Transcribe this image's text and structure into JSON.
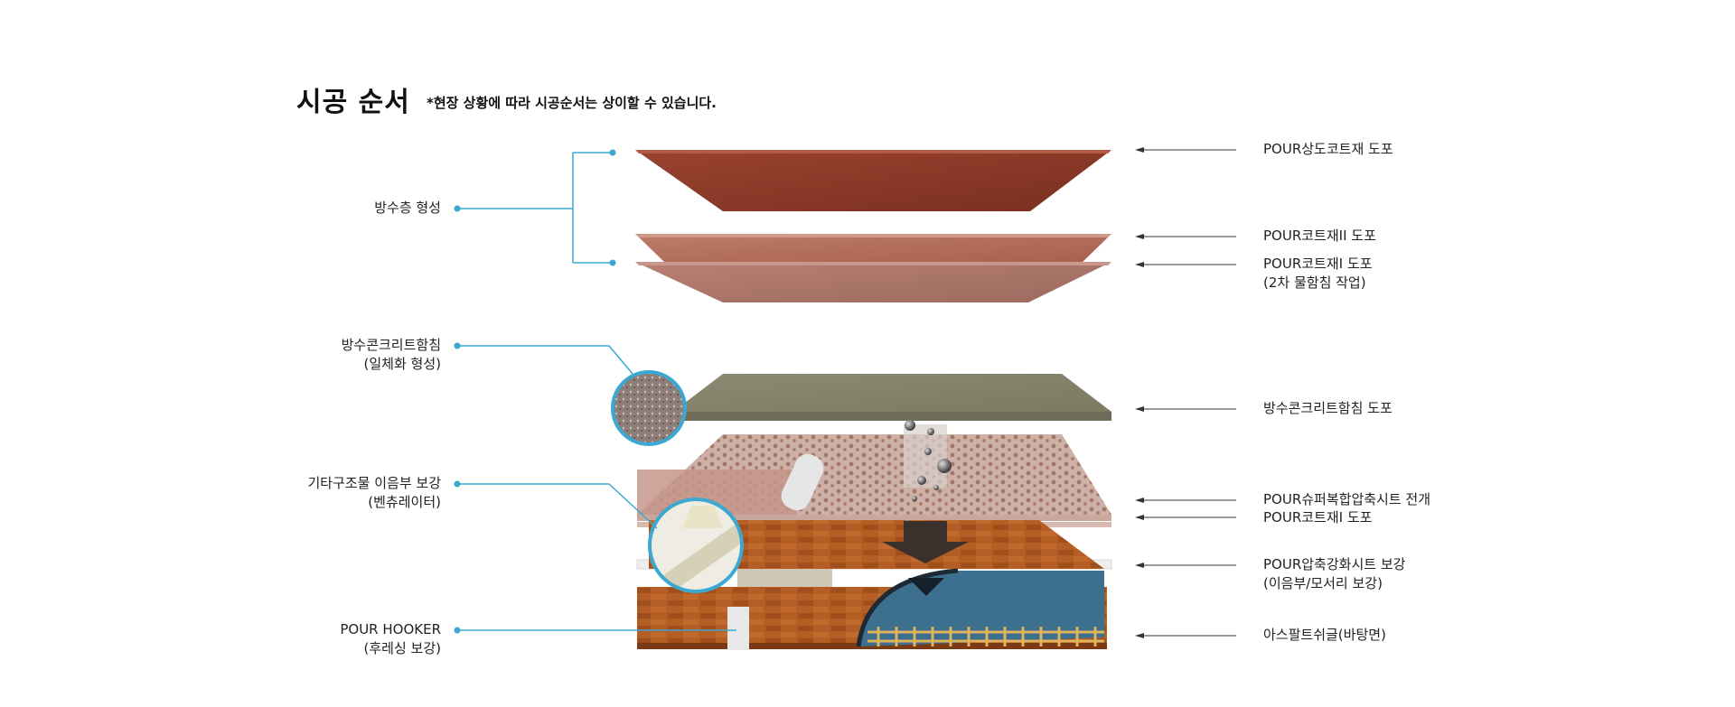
{
  "header": {
    "title": "시공 순서",
    "note": "*현장 상황에 따라 시공순서는 상이할 수 있습니다."
  },
  "left_labels": [
    {
      "line1": "방수층 형성",
      "line2": ""
    },
    {
      "line1": "방수콘크리트함침",
      "line2": "(일체화 형성)"
    },
    {
      "line1": "기타구조물 이음부 보강",
      "line2": "(벤츄레이터)"
    },
    {
      "line1": "POUR HOOKER",
      "line2": "(후레싱 보강)"
    }
  ],
  "right_labels": [
    {
      "line1": "POUR상도코트재 도포",
      "line2": ""
    },
    {
      "line1": "POUR코트재II 도포",
      "line2": ""
    },
    {
      "line1": "POUR코트재I 도포",
      "line2": "(2차 물함침 작업)"
    },
    {
      "line1": "방수콘크리트함침 도포",
      "line2": ""
    },
    {
      "line1": "POUR슈퍼복합압축시트 전개",
      "line2": ""
    },
    {
      "line1": "POUR코트재I 도포",
      "line2": ""
    },
    {
      "line1": "POUR압축강화시트 보강",
      "line2": "(이음부/모서리 보강)"
    },
    {
      "line1": "아스팔트쉬글(바탕면)",
      "line2": ""
    }
  ],
  "colors": {
    "leader_line": "#3aa8d0",
    "arrow_line": "#333333",
    "topcoat": "#8e3a28",
    "coat2": "#b4715f",
    "coat1": "#a8756a",
    "concrete": "#8f8a73",
    "sheet": "#c7a398",
    "wood": "#a9521f",
    "asphalt": "#3d6f8e"
  }
}
